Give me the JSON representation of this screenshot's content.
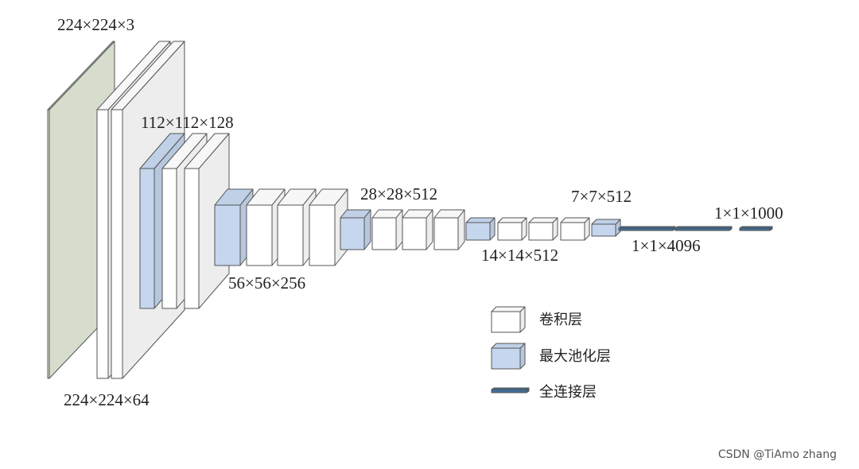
{
  "colors": {
    "input": "#e6eedc",
    "conv": "#ffffff",
    "pool": "#c5d6ee",
    "fc": "#3f6f9a",
    "stroke": "#555555"
  },
  "labels": {
    "input_dim": "224×224×3",
    "block1_dim": "224×224×64",
    "block2_dim": "112×112×128",
    "block3_dim": "56×56×256",
    "block4_dim": "28×28×512",
    "block5_dim": "14×14×512",
    "pool5_dim": "7×7×512",
    "fc_dim": "1×1×4096",
    "output_dim": "1×1×1000"
  },
  "legend": {
    "conv": "卷积层",
    "pool": "最大池化层",
    "fc": "全连接层"
  },
  "watermark": "CSDN @TiAmo zhang"
}
